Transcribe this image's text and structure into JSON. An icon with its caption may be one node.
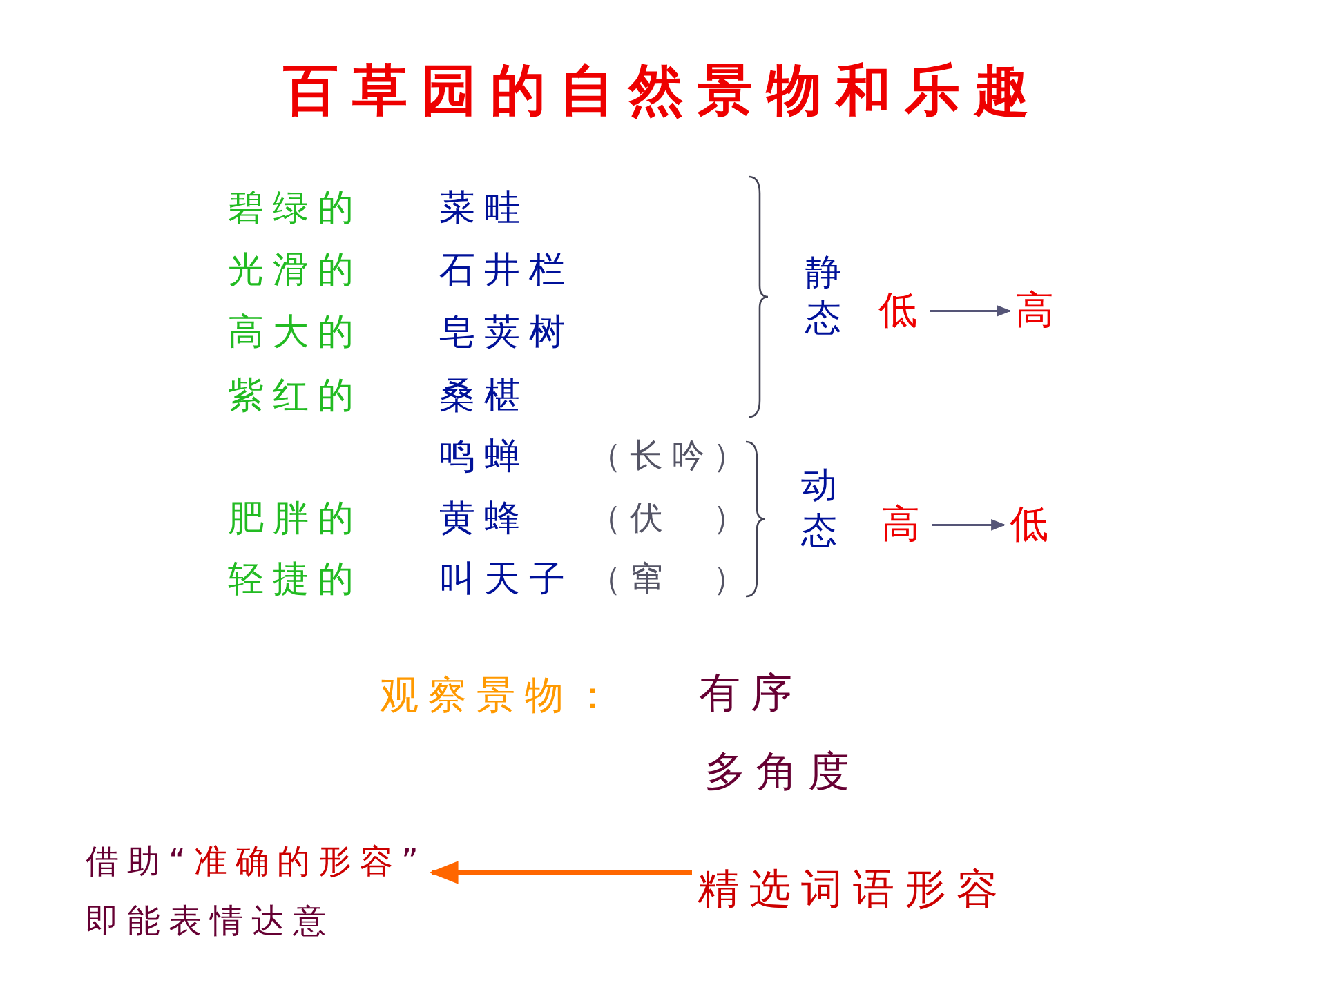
{
  "diagram": {
    "title": "百草园的自然景物和乐趣",
    "nodes": [
      {
        "text": [
          "低"
        ]
      },
      {
        "text": [
          "高"
        ]
      },
      {
        "text": [
          "高"
        ]
      },
      {
        "text": [
          "低"
        ]
      },
      {
        "text": [
          "借助“准确的形容”",
          "即能表情达意"
        ]
      },
      {
        "text": [
          "精选词语形容"
        ]
      }
    ],
    "edges": [
      {
        "from": 0,
        "to": 1,
        "arrow": "to"
      },
      {
        "from": 2,
        "to": 3,
        "arrow": "to"
      },
      {
        "from": 5,
        "to": 4,
        "arrow": "to",
        "style": "thick",
        "color": "#ff6600"
      }
    ],
    "labels": [
      "碧绿的",
      "菜畦",
      "光滑的",
      "石井栏",
      "高大的",
      "皂荚树",
      "紫红的",
      "桑椹",
      "鸣蝉",
      "（长吟）",
      "肥胖的",
      "黄蜂",
      "（伏　）",
      "轻捷的",
      "叫天子",
      "（窜　）",
      "静态",
      "动态",
      "观察景物：",
      "有序",
      "多角度"
    ]
  }
}
